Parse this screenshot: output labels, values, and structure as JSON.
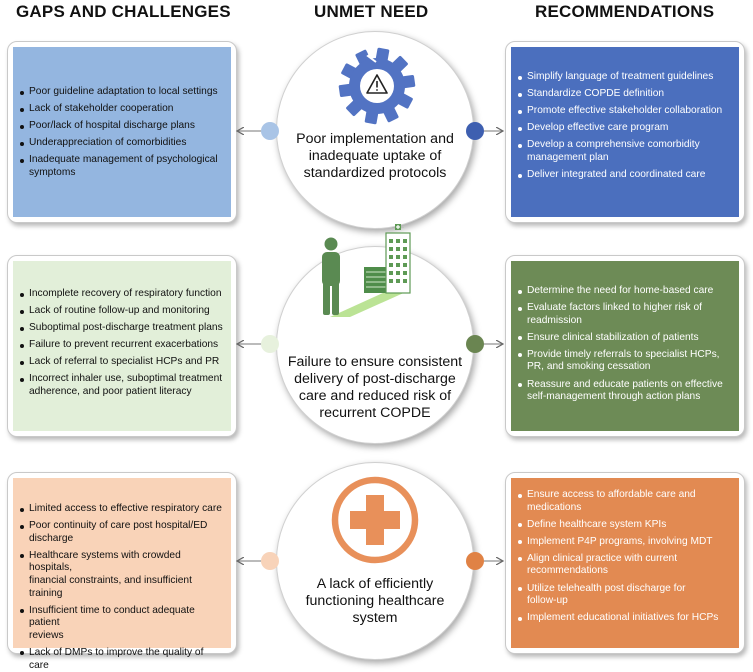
{
  "headers": {
    "left": "GAPS AND CHALLENGES",
    "center": "UNMET NEED",
    "right": "RECOMMENDATIONS"
  },
  "colors": {
    "row1_left": "#94b6e0",
    "row1_right": "#4b6fbe",
    "row2_left": "#e2efd9",
    "row2_right": "#6d8b56",
    "row3_left": "#f9d3b8",
    "row3_right": "#e28a52",
    "gear": "#5273c3",
    "person": "#5a8a52",
    "cross": "#e8905a"
  },
  "rows": [
    {
      "icon": "gear-warning-icon",
      "need": [
        "Poor implementation and",
        "inadequate uptake of",
        "standardized protocols"
      ],
      "gaps": [
        "Poor guideline adaptation to local settings",
        "Lack of stakeholder cooperation",
        "Poor/lack of hospital discharge plans",
        "Underappreciation of comorbidities",
        [
          "Inadequate management of psychological",
          "symptoms"
        ]
      ],
      "recommendations": [
        "Simplify language of treatment guidelines",
        "Standardize COPDE definition",
        "Promote effective stakeholder collaboration",
        "Develop effective care program",
        [
          "Develop a comprehensive comorbidity",
          "management plan"
        ],
        "Deliver integrated and coordinated care"
      ]
    },
    {
      "icon": "patient-hospital-icon",
      "need": [
        "Failure to ensure consistent",
        "delivery of post-discharge",
        "care and reduced risk of",
        "recurrent COPDE"
      ],
      "gaps": [
        "Incomplete recovery of respiratory function",
        "Lack of routine follow-up and monitoring",
        "Suboptimal post-discharge treatment plans",
        "Failure to prevent recurrent exacerbations",
        "Lack of referral to specialist HCPs and PR",
        [
          "Incorrect inhaler use, suboptimal treatment",
          "adherence, and poor patient literacy"
        ]
      ],
      "recommendations": [
        "Determine the need for home-based care",
        [
          "Evaluate factors linked to higher risk of",
          "readmission"
        ],
        "Ensure clinical stabilization of patients",
        [
          "Provide timely referrals to specialist HCPs,",
          "PR, and smoking cessation"
        ],
        [
          "Reassure and educate patients on effective",
          "self-management through action plans"
        ]
      ]
    },
    {
      "icon": "medical-cross-icon",
      "need": [
        "A lack of efficiently",
        "functioning healthcare",
        "system"
      ],
      "gaps": [
        "Limited access to effective respiratory care",
        [
          "Poor continuity of care post hospital/ED",
          "discharge"
        ],
        [
          "Healthcare systems with crowded hospitals,",
          "financial constraints, and insufficient training"
        ],
        [
          "Insufficient time to conduct adequate patient",
          "reviews"
        ],
        "Lack of DMPs to improve the quality of care"
      ],
      "recommendations": [
        [
          "Ensure access to affordable care and",
          "medications"
        ],
        "Define healthcare system KPIs",
        "Implement P4P programs, involving MDT",
        [
          "Align clinical practice with current",
          "recommendations"
        ],
        [
          "Utilize telehealth post discharge for",
          "follow-up"
        ],
        "Implement educational initiatives for HCPs"
      ]
    }
  ]
}
